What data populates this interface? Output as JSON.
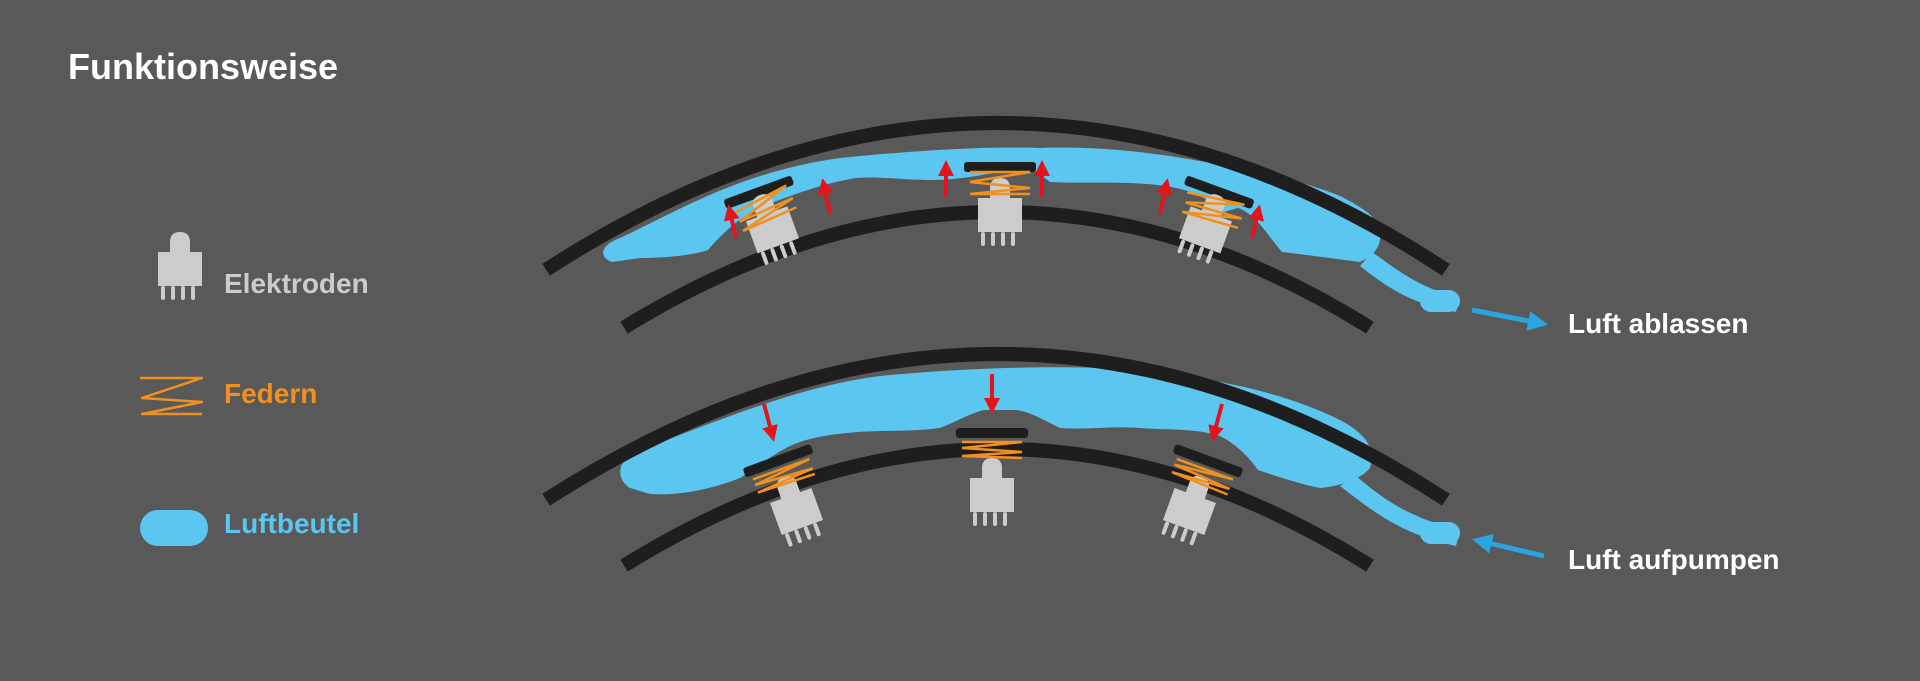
{
  "title": "Funktionsweise",
  "legend": {
    "electrodes": {
      "label": "Elektroden",
      "color": "#cccccc",
      "icon": "electrode-icon"
    },
    "springs": {
      "label": "Federn",
      "color": "#f0901e",
      "icon": "spring-icon"
    },
    "airbag": {
      "label": "Luftbeutel",
      "color": "#5bc6ef",
      "icon": "airbag-icon"
    }
  },
  "states": {
    "deflate": {
      "label": "Luft ablassen"
    },
    "inflate": {
      "label": "Luft aufpumpen"
    }
  },
  "colors": {
    "background": "#595959",
    "band": "#1e1e1e",
    "arrow": "#e5141c",
    "flow_arrow": "#2aa5de"
  }
}
